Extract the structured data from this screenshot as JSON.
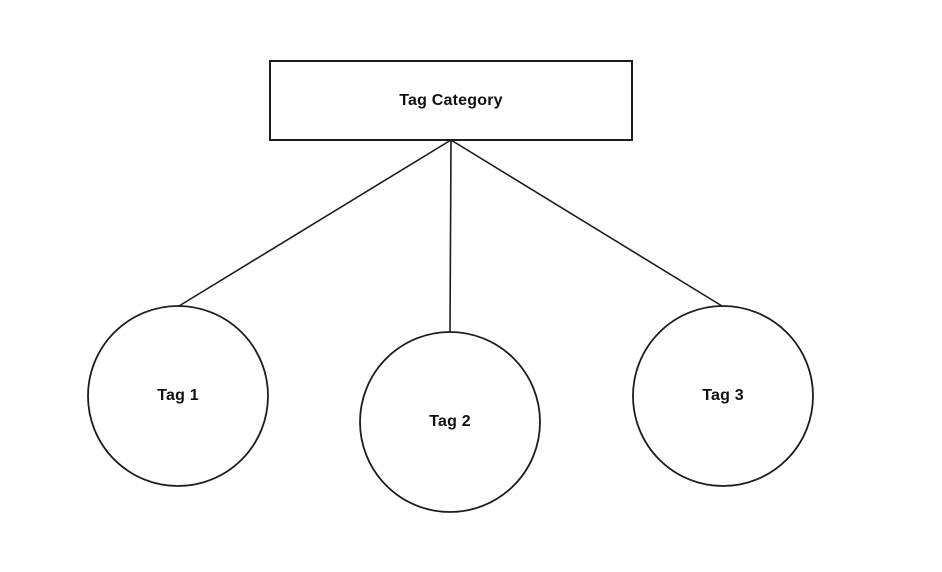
{
  "diagram": {
    "type": "tree",
    "root": {
      "label": "Tag Category",
      "shape": "rectangle"
    },
    "children": [
      {
        "label": "Tag 1",
        "shape": "circle"
      },
      {
        "label": "Tag 2",
        "shape": "circle"
      },
      {
        "label": "Tag 3",
        "shape": "circle"
      }
    ],
    "edges": [
      {
        "from": "Tag Category",
        "to": "Tag 1"
      },
      {
        "from": "Tag Category",
        "to": "Tag 2"
      },
      {
        "from": "Tag Category",
        "to": "Tag 3"
      }
    ],
    "colors": {
      "stroke": "#1d1d1d",
      "shape_fill": "#ffffff",
      "text": "#111111",
      "background": "#ffffff"
    }
  }
}
